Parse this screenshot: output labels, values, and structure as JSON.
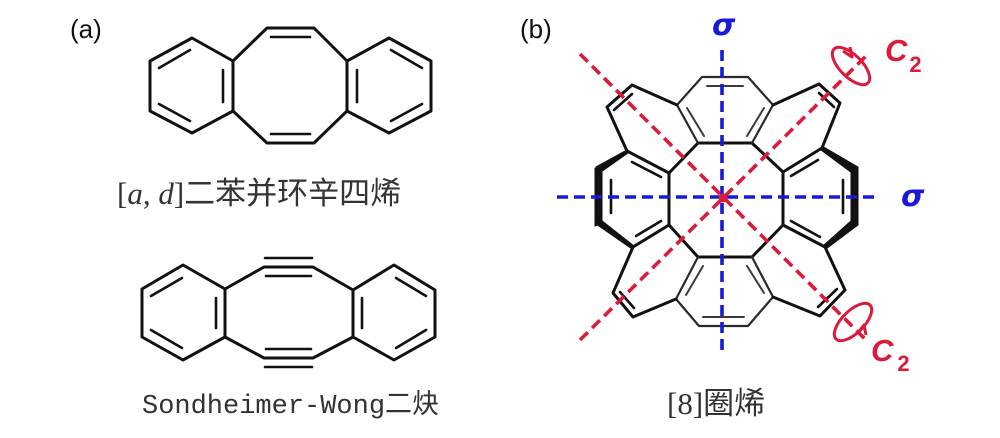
{
  "figure": {
    "panels": [
      {
        "label": "(a)",
        "molecules": [
          {
            "name_parts": [
              {
                "text": "[",
                "italic": false
              },
              {
                "text": "a",
                "italic": true
              },
              {
                "text": ", ",
                "italic": false
              },
              {
                "text": "d",
                "italic": true
              },
              {
                "text": "]二苯并环辛四烯",
                "italic": false
              }
            ],
            "name_full": "[a, d]二苯并环辛四烯",
            "structure": "dibenzo[a,d]cyclooctatetraene"
          },
          {
            "name_full": "Sondheimer-Wong二炔",
            "structure": "Sondheimer-Wong diyne"
          }
        ]
      },
      {
        "label": "(b)",
        "molecules": [
          {
            "name_full": "[8]圈烯",
            "structure": "[8]circulene"
          }
        ],
        "symmetry_elements": {
          "mirror_planes": [
            {
              "symbol": "σ",
              "orientation": "vertical"
            },
            {
              "symbol": "σ",
              "orientation": "horizontal"
            }
          ],
          "rotation_axes": [
            {
              "symbol": "C",
              "subscript": "2",
              "orientation": "diagonal-upper-right"
            },
            {
              "symbol": "C",
              "subscript": "2",
              "orientation": "diagonal-lower-right"
            }
          ]
        }
      }
    ],
    "colors": {
      "bond": "#111111",
      "mirror_plane": "#1a1ad6",
      "rotation_axis": "#dc1a3a",
      "label_text": "#333333"
    }
  }
}
